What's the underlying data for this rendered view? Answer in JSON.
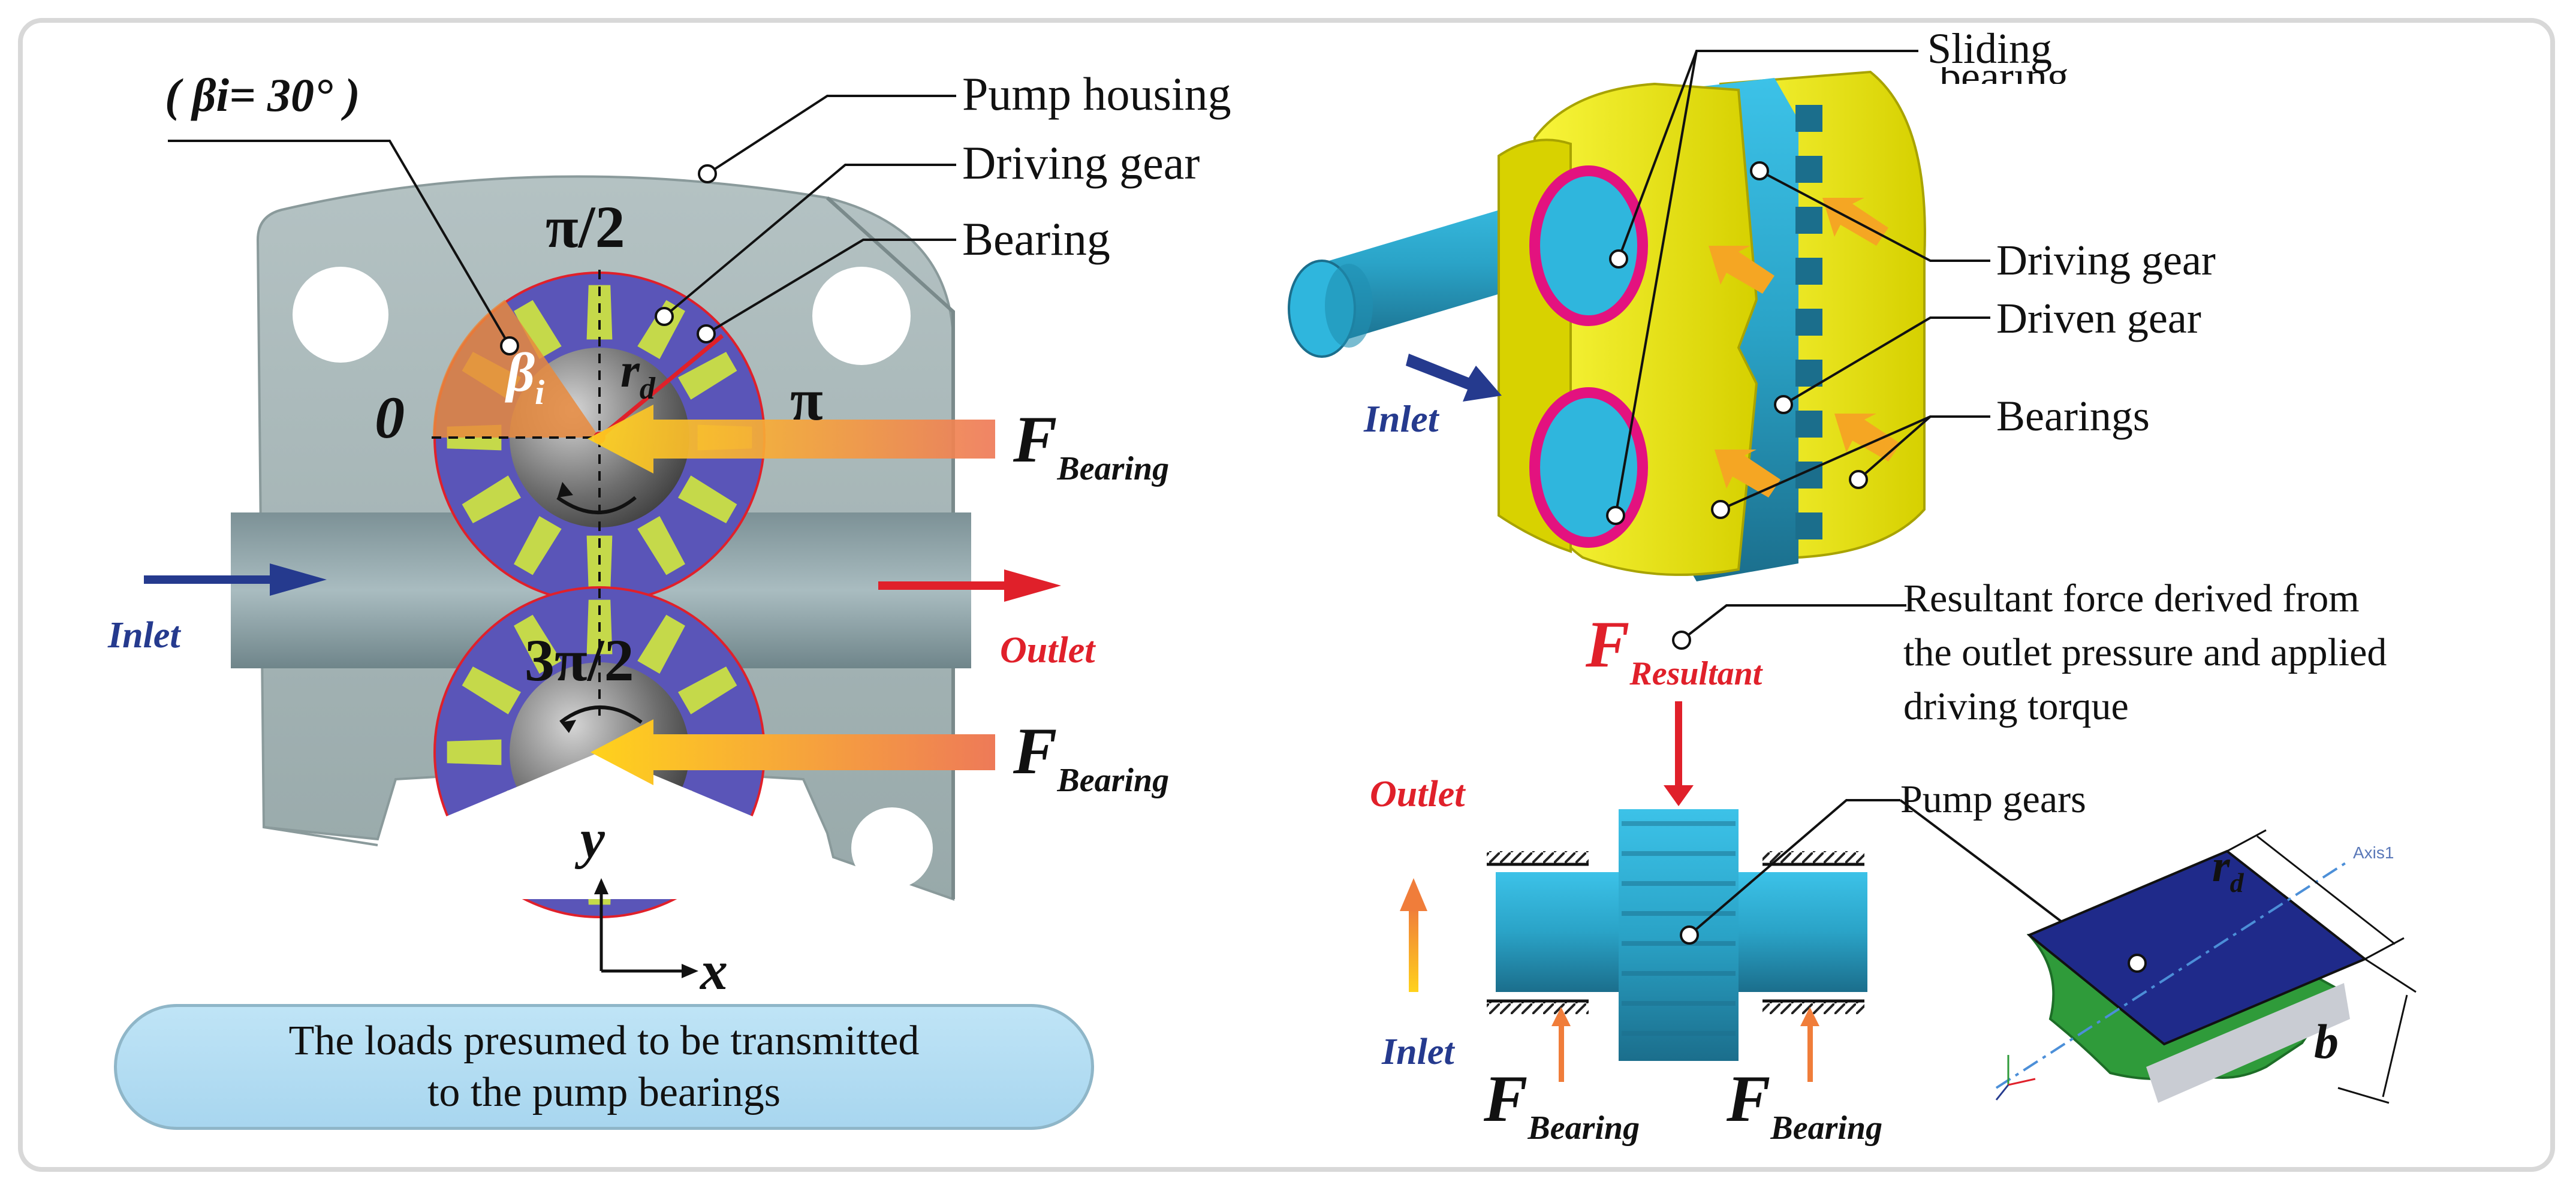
{
  "caption": "The loads presumed to be transmitted\nto the pump bearings",
  "left": {
    "beta_label": "( βi= 30° )",
    "pump_housing": "Pump housing",
    "driving_gear": "Driving gear",
    "bearing": "Bearing",
    "angle_top": "π/2",
    "angle_left": "0",
    "angle_right": "π",
    "angle_bottom": "3π/2",
    "beta_symbol": "β",
    "beta_sub": "i",
    "r_symbol": "r",
    "r_sub": "d",
    "f_bearing_top": "F",
    "f_bearing_top_sub": "Bearing",
    "f_bearing_bottom": "F",
    "f_bearing_bottom_sub": "Bearing",
    "inlet": "Inlet",
    "outlet": "Outlet",
    "axis_y": "y",
    "axis_x": "x"
  },
  "right": {
    "sliding_bearing_1": "Sliding",
    "sliding_bearing_2": "bearing",
    "driving_gear": "Driving gear",
    "driven_gear": "Driven gear",
    "bearings": "Bearings",
    "inlet": "Inlet",
    "resultant_note_1": "Resultant force derived from",
    "resultant_note_2": "the outlet pressure and applied",
    "resultant_note_3": "driving torque",
    "f_resultant": "F",
    "f_resultant_sub": "Resultant",
    "outlet": "Outlet",
    "inlet_bottom": "Inlet",
    "pump_gears": "Pump gears",
    "f_bearing_left": "F",
    "f_bearing_left_sub": "Bearing",
    "f_bearing_right": "F",
    "f_bearing_right_sub": "Bearing",
    "r_symbol": "r",
    "r_sub": "d",
    "b_symbol": "b",
    "axis_label": "Axis1"
  },
  "colors": {
    "housing": "#a9b8b9",
    "gear_blue": "#5a55b8",
    "gear_fill": "#c5d94a",
    "cyan": "#2aa3c7",
    "yellow": "#f4f018",
    "magenta": "#e3127f",
    "navy": "#253a8e",
    "red": "#e0202a",
    "orange": "#f5a623"
  }
}
